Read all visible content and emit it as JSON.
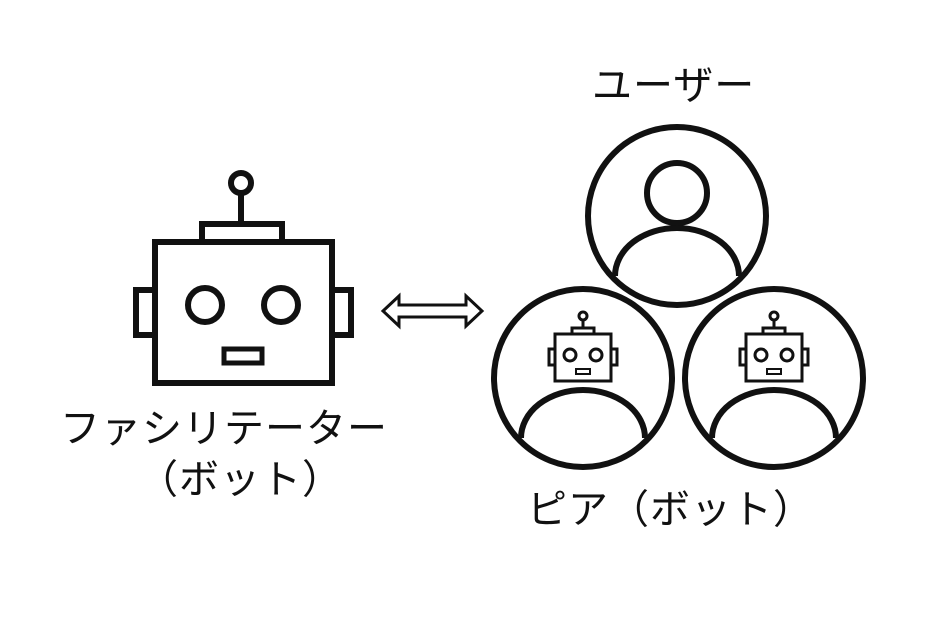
{
  "diagram": {
    "facilitator": {
      "label": "ファシリテーター",
      "sublabel": "（ボット）",
      "icon": "robot-icon"
    },
    "connector": {
      "icon": "double-arrow-icon"
    },
    "group": {
      "user": {
        "label": "ユーザー",
        "icon": "user-icon"
      },
      "peer": {
        "label": "ピア（ボット）",
        "icon": "robot-icon",
        "count": 2
      }
    }
  },
  "colors": {
    "stroke": "#111111",
    "background": "#ffffff"
  }
}
